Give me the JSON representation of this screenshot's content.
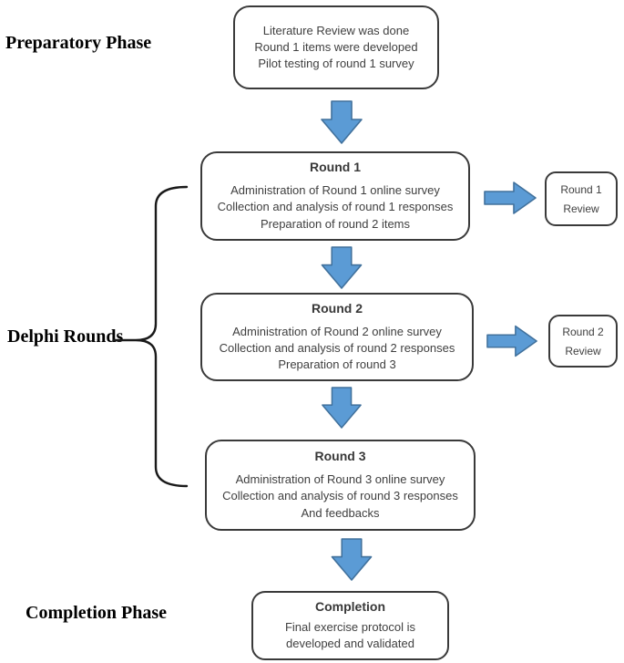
{
  "labels": {
    "preparatory": "Preparatory Phase",
    "delphi": "Delphi Rounds",
    "completion": "Completion Phase"
  },
  "boxes": {
    "preparatory": {
      "lines": [
        "Literature Review was done",
        "Round 1 items were developed",
        "Pilot testing of round 1 survey"
      ]
    },
    "round1": {
      "title": "Round 1",
      "lines": [
        "Administration of Round 1 online survey",
        "Collection and analysis of round 1 responses",
        "Preparation of round 2 items"
      ]
    },
    "round2": {
      "title": "Round 2",
      "lines": [
        "Administration of Round 2 online survey",
        "Collection and analysis of round 2 responses",
        "Preparation of round 3"
      ]
    },
    "round3": {
      "title": "Round 3",
      "lines": [
        "Administration of Round 3 online survey",
        "Collection and analysis of round 3 responses",
        "And feedbacks"
      ]
    },
    "completion": {
      "title": "Completion",
      "lines": [
        "Final exercise protocol is",
        "developed and validated"
      ]
    },
    "review1": {
      "line1": "Round 1",
      "line2": "Review"
    },
    "review2": {
      "line1": "Round 2",
      "line2": "Review"
    }
  },
  "colors": {
    "arrow_fill": "#5B9BD5",
    "arrow_border": "#41719C",
    "box_border": "#3a3a3a",
    "box_text": "#3f3f3f",
    "label_text": "#000000"
  }
}
